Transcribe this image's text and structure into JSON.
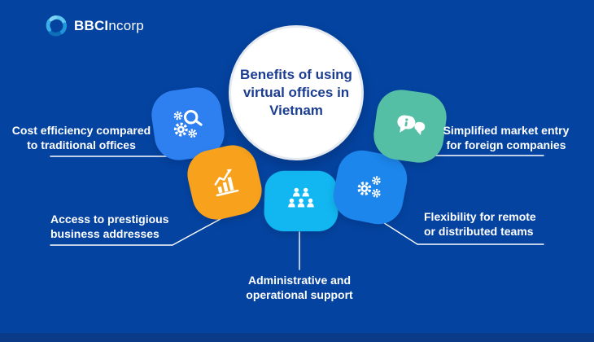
{
  "page": {
    "background": "#0443A0",
    "footer_band": "#0A3A88",
    "connector_color": "#FFFFFF"
  },
  "logo": {
    "brand_bold": "BBCI",
    "brand_light": "ncorp"
  },
  "center_circle": {
    "title_lines": [
      "Benefits of using",
      "virtual offices in",
      "Vietnam"
    ],
    "title_color": "#1C3E92",
    "fill": "#FFFFFF",
    "ring": "#E5E9F0"
  },
  "benefits": [
    {
      "id": "cost-efficiency",
      "icon": "search-gears-icon",
      "tile_color": "#2E7FF0",
      "lines": [
        "Cost efficiency compared",
        "to traditional offices"
      ]
    },
    {
      "id": "prestigious-addresses",
      "icon": "bar-chart-growth-icon",
      "tile_color": "#F7A11C",
      "lines": [
        "Access to prestigious",
        "business addresses"
      ]
    },
    {
      "id": "admin-support",
      "icon": "team-people-icon",
      "tile_color": "#12B7F2",
      "lines": [
        "Administrative and",
        "operational support"
      ]
    },
    {
      "id": "remote-flexibility",
      "icon": "gears-icon",
      "tile_color": "#1C86EC",
      "lines": [
        "Flexibility for remote",
        "or distributed teams"
      ]
    },
    {
      "id": "market-entry",
      "icon": "chat-info-icon",
      "tile_color": "#55BFA6",
      "lines": [
        "Simplified market entry",
        "for foreign companies"
      ]
    }
  ]
}
